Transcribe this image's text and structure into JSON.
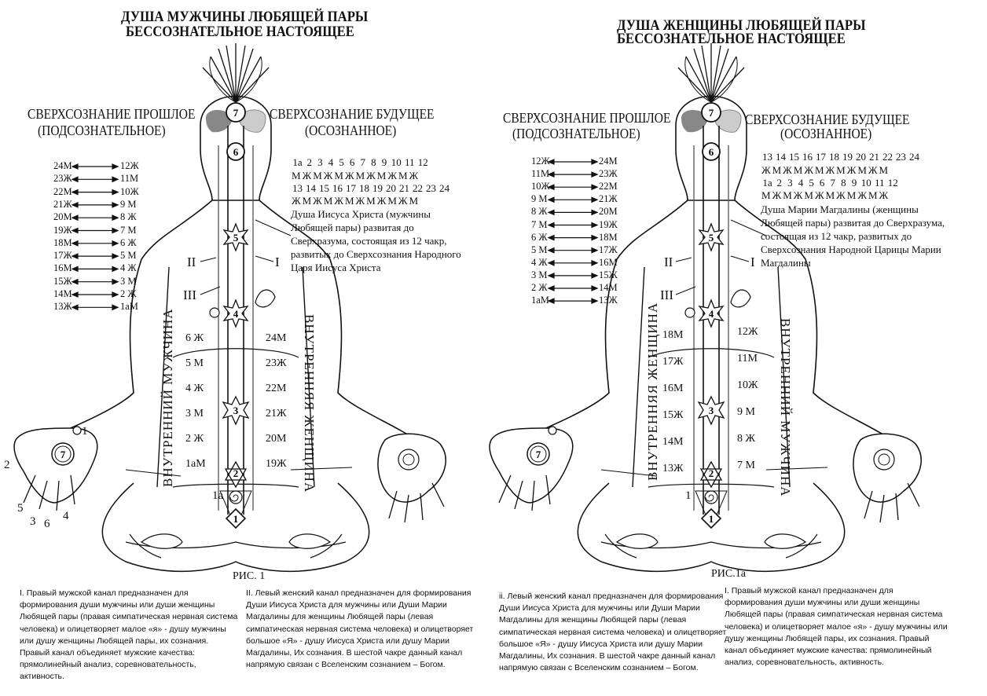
{
  "left": {
    "title1": "ДУША МУЖЧИНЫ ЛЮБЯЩЕЙ ПАРЫ",
    "title2": "БЕССОЗНАТЕЛЬНОЕ НАСТОЯЩЕЕ",
    "past1": "СВЕРХСОЗНАНИЕ ПРОШЛОЕ",
    "past2": "(ПОДСОЗНАТЕЛЬНОЕ)",
    "future1": "СВЕРХСОЗНАНИЕ БУДУЩЕЕ",
    "future2": "(ОСОЗНАННОЕ)",
    "pairs": [
      [
        "24М",
        "12Ж"
      ],
      [
        "23Ж",
        "11М"
      ],
      [
        "22М",
        "10Ж"
      ],
      [
        "21Ж",
        "9 М"
      ],
      [
        "20М",
        "8 Ж"
      ],
      [
        "19Ж",
        "7 М"
      ],
      [
        "18М",
        "6 Ж"
      ],
      [
        "17Ж",
        "5 М"
      ],
      [
        "16М",
        "4 Ж"
      ],
      [
        "15Ж",
        "3 М"
      ],
      [
        "14М",
        "2 Ж"
      ],
      [
        "13Ж",
        "1аМ"
      ]
    ],
    "grid_row1": [
      "1а",
      "2",
      "3",
      "4",
      "5",
      "6",
      "7",
      "8",
      "9",
      "10",
      "11",
      "12"
    ],
    "grid_row2": [
      "М",
      "Ж",
      "М",
      "Ж",
      "М",
      "Ж",
      "М",
      "Ж",
      "М",
      "Ж",
      "М",
      "Ж"
    ],
    "grid_row3": [
      "13",
      "14",
      "15",
      "16",
      "17",
      "18",
      "19",
      "20",
      "21",
      "22",
      "23",
      "24"
    ],
    "grid_row4": [
      "Ж",
      "М",
      "Ж",
      "М",
      "Ж",
      "М",
      "Ж",
      "М",
      "Ж",
      "М",
      "Ж",
      "М"
    ],
    "desc": "Душа Иисуса Христа (мужчины Любящей пары) развитая до Сверхразума, состоящая из 12 чакр, развитых до Сверхсознания Народного Царя Иисуса Христа",
    "vert_left": "ВНУТРЕННИЙ МУЖЧИНА",
    "vert_right": "ВНУТРЕННЯЯ ЖЕНЩИНА",
    "col_left": [
      "6 Ж",
      "5 М",
      "4 Ж",
      "3 М",
      "2 Ж",
      "1аМ"
    ],
    "col_right": [
      "24М",
      "23Ж",
      "22М",
      "21Ж",
      "20М",
      "19Ж"
    ],
    "label_1a": "1а",
    "fig": "РИС.  1",
    "hand_nums": [
      "2",
      "5",
      "3",
      "6",
      "4",
      "1"
    ]
  },
  "right": {
    "title1": "ДУША ЖЕНЩИНЫ ЛЮБЯЩЕЙ ПАРЫ",
    "title2": "БЕССОЗНАТЕЛЬНОЕ НАСТОЯЩЕЕ",
    "past1": "СВЕРХСОЗНАНИЕ ПРОШЛОЕ",
    "past2": "(ПОДСОЗНАТЕЛЬНОЕ)",
    "future1": "СВЕРХСОЗНАНИЕ БУДУЩЕЕ",
    "future2": "(ОСОЗНАННОЕ)",
    "pairs": [
      [
        "12Ж",
        "24М"
      ],
      [
        "11М",
        "23Ж"
      ],
      [
        "10Ж",
        "22М"
      ],
      [
        "9 М",
        "21Ж"
      ],
      [
        "8 Ж",
        "20М"
      ],
      [
        "7 М",
        "19Ж"
      ],
      [
        "6 Ж",
        "18М"
      ],
      [
        "5 М",
        "17Ж"
      ],
      [
        "4 Ж",
        "16М"
      ],
      [
        "3 М",
        "15Ж"
      ],
      [
        "2 Ж",
        "14М"
      ],
      [
        "1аМ",
        "13Ж"
      ]
    ],
    "grid_row1": [
      "13",
      "14",
      "15",
      "16",
      "17",
      "18",
      "19",
      "20",
      "21",
      "22",
      "23",
      "24"
    ],
    "grid_row2": [
      "Ж",
      "М",
      "Ж",
      "М",
      "Ж",
      "М",
      "Ж",
      "М",
      "Ж",
      "М",
      "Ж",
      "М"
    ],
    "grid_row3": [
      "1а",
      "2",
      "3",
      "4",
      "5",
      "6",
      "7",
      "8",
      "9",
      "10",
      "11",
      "12"
    ],
    "grid_row4": [
      "М",
      "Ж",
      "М",
      "Ж",
      "М",
      "Ж",
      "М",
      "Ж",
      "М",
      "Ж",
      "М",
      "Ж"
    ],
    "desc": "Душа Марии Магдалины (женщины Любящей пары) развитая до Сверхразума, состоящая из 12 чакр, развитых до Сверхсознания Народной Царицы Марии Магдалины",
    "vert_left": "ВНУТРЕННЯЯ ЖЕНЩИНА",
    "vert_right": "ВНУТРЕННИЙ МУЖЧИНА",
    "col_left": [
      "18М",
      "17Ж",
      "16М",
      "15Ж",
      "14М",
      "13Ж"
    ],
    "col_right": [
      "12Ж",
      "11М",
      "10Ж",
      "9 М",
      "8 Ж",
      "7 М"
    ],
    "label_1a": "1",
    "fig": "РИС.1а"
  },
  "chakras": [
    "7",
    "6",
    "5",
    "4",
    "3",
    "2",
    "1"
  ],
  "romans": [
    "II",
    "I",
    "III"
  ],
  "captions": {
    "c1": "I. Правый мужской канал предназначен для формирования души мужчины или души женщины Любящей пары (правая симпатическая нервная система человека) и олицетворяет малое «я» - душу мужчины или душу женщины Любящей пары, их сознания. Правый канал объединяет мужские качества: прямолинейный анализ, соревновательность, активность.",
    "c2": "II. Левый женский канал предназначен для формирования Души Иисуса Христа для мужчины или Души Марии Магдалины для женщины Любящей пары (левая симпатическая нервная система человека) и олицетворяет большое «Я» - душу Иисуса Христа или душу Марии Магдалины, Их сознания. В шестой чакре данный канал напрямую связан с Вселенским сознанием – Богом.",
    "c3": "ii. Левый женский канал предназначен для формирования Души Иисуса Христа для мужчины или Души Марии Магдалины для женщины Любящей пары (левая симпатическая нервная система человека) и олицетворяет большое «Я» - душу Иисуса Христа или душу Марии Магдалины, Их сознания. В шестой чакре данный канал напрямую связан с Вселенским сознанием – Богом.",
    "c4": "I. Правый мужской канал предназначен для формирования души мужчины или души женщины Любящей пары (правая симпатическая нервная система человека) и олицетворяет малое «я» - душу мужчины или душу женщины Любящей пары, их сознания. Правый канал объединяет мужские качества: прямолинейный анализ, соревновательность, активность."
  }
}
